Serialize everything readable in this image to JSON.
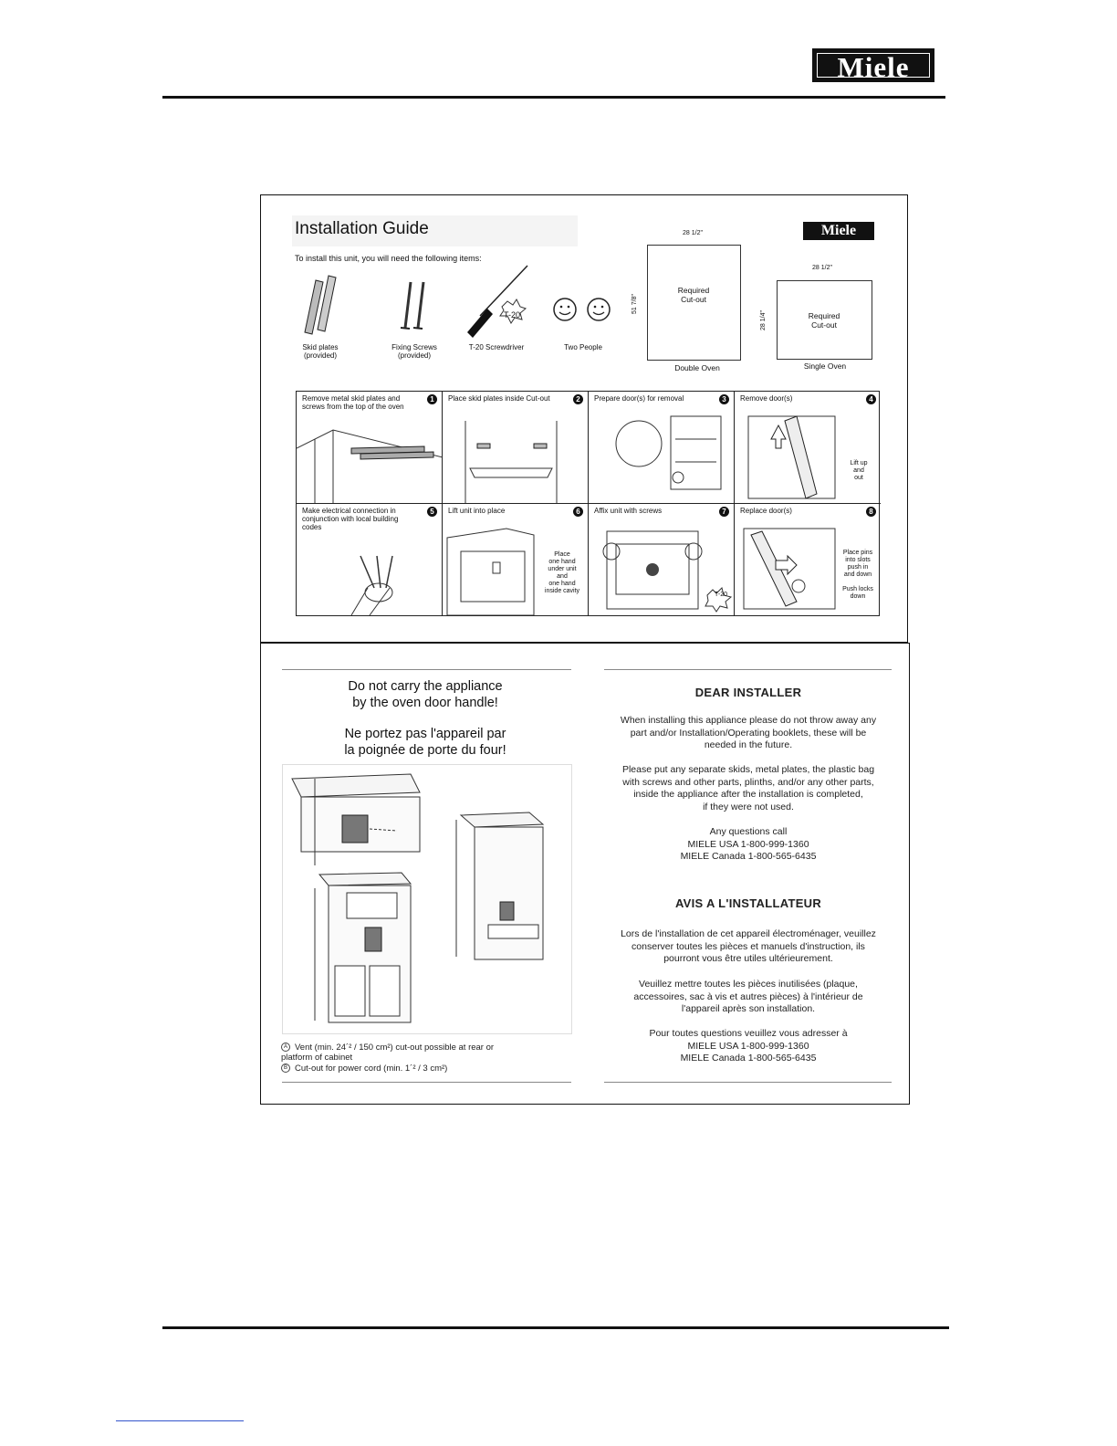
{
  "header": {
    "brand": "Miele"
  },
  "guide": {
    "title": "Installation Guide",
    "subtitle": "To install this unit, you will need the following items:",
    "brand": "Miele",
    "items": [
      {
        "label": "Skid plates\n(provided)"
      },
      {
        "label": "Fixing Screws\n(provided)"
      },
      {
        "label": "T-20 Screwdriver"
      },
      {
        "label": "Two People"
      }
    ],
    "bit_label": "T-20",
    "double_oven": {
      "width": "28 1/2\"",
      "height": "51 7/8\"",
      "box_text": "Required\nCut-out",
      "caption": "Double Oven"
    },
    "single_oven": {
      "width": "28 1/2\"",
      "height": "28 1/4\"",
      "box_text": "Required\nCut-out",
      "caption": "Single Oven"
    },
    "steps": [
      {
        "num": "1",
        "text": "Remove metal skid plates and screws from the top of the oven"
      },
      {
        "num": "2",
        "text": "Place skid plates inside Cut-out"
      },
      {
        "num": "3",
        "text": "Prepare door(s) for removal"
      },
      {
        "num": "4",
        "text": "Remove door(s)",
        "note": "Lift up\nand\nout"
      },
      {
        "num": "5",
        "text": "Make electrical connection in conjunction with local building codes"
      },
      {
        "num": "6",
        "text": "Lift unit into place",
        "note": "Place\none hand\nunder unit\nand\none hand\ninside cavity"
      },
      {
        "num": "7",
        "text": "Affix unit with screws",
        "note": "T-20"
      },
      {
        "num": "8",
        "text": "Replace door(s)",
        "note": "Place pins\ninto slots\npush in\nand down\n\nPush locks\ndown"
      }
    ]
  },
  "lower": {
    "warning_en": "Do not carry the appliance\nby the oven door handle!",
    "warning_fr": "Ne portez pas l'appareil par\nla poignée de porte du four!",
    "legend": [
      {
        "mark": "A",
        "text": "Vent (min. 24´² / 150 cm²) cut-out possible at rear or\nplatform of cabinet"
      },
      {
        "mark": "B",
        "text": "Cut-out for power cord (min. 1´² / 3 cm²)"
      }
    ],
    "dear_installer": {
      "heading": "DEAR INSTALLER",
      "p1": "When installing this appliance please do not throw away any\npart and/or Installation/Operating booklets, these will be\nneeded in the future.",
      "p2": "Please put any separate skids, metal plates, the plastic bag\nwith screws and other parts, plinths, and/or any other parts,\ninside the appliance after the installation is completed,\nif they were not used.",
      "p3": "Any questions call\nMIELE USA 1-800-999-1360\nMIELE Canada 1-800-565-6435"
    },
    "avis": {
      "heading": "AVIS A L'INSTALLATEUR",
      "p1": "Lors de l'installation de cet appareil électroménager, veuillez\nconserver toutes les pièces et manuels d'instruction, ils\npourront vous être utiles ultérieurement.",
      "p2": "Veuillez mettre toutes les pièces inutilisées (plaque,\naccessoires, sac à vis et autres pièces) à l'intérieur de\nl'appareil après son installation.",
      "p3": "Pour toutes questions veuillez vous adresser à\nMIELE USA 1-800-999-1360\nMIELE Canada 1-800-565-6435"
    }
  }
}
